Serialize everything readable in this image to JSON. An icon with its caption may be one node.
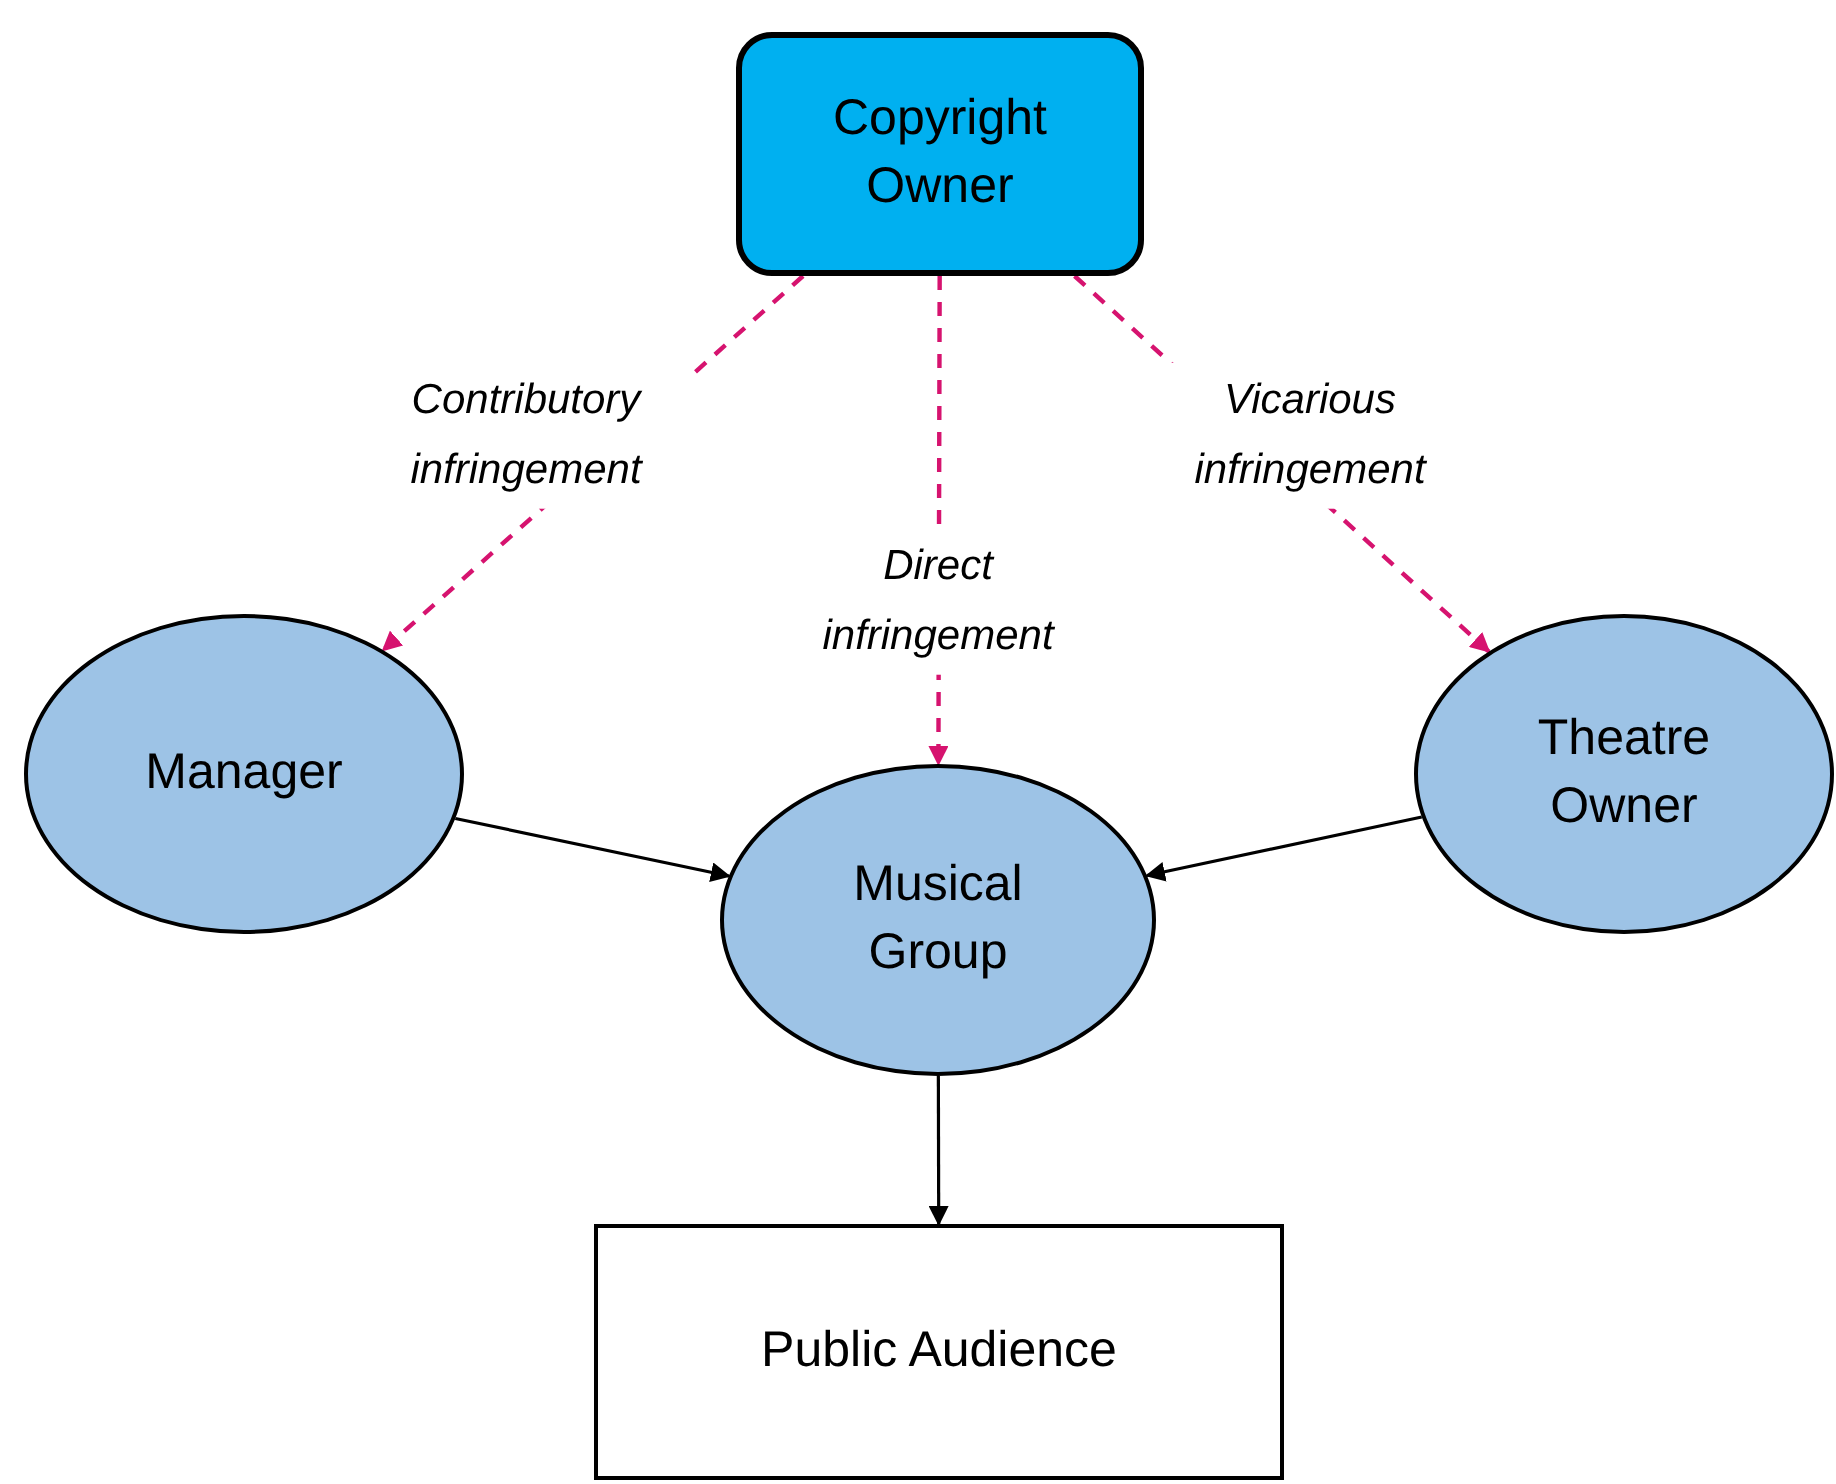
{
  "diagram": {
    "nodes": [
      {
        "text": [
          "Copyright Owner"
        ]
      },
      {
        "text": [
          "Manager"
        ]
      },
      {
        "text": [
          "Musical Group"
        ]
      },
      {
        "text": [
          "Theatre Owner"
        ]
      },
      {
        "text": [
          "Public Audience"
        ]
      }
    ],
    "edges": [
      {
        "from": 0,
        "to": 1,
        "arrow": "to",
        "label": "Contributory infringement",
        "style": "dashed",
        "color": "#d6136f"
      },
      {
        "from": 0,
        "to": 2,
        "arrow": "to",
        "label": "Direct infringement",
        "style": "dashed",
        "color": "#d6136f"
      },
      {
        "from": 0,
        "to": 3,
        "arrow": "to",
        "label": "Vicarious infringement",
        "style": "dashed",
        "color": "#d6136f"
      },
      {
        "from": 1,
        "to": 2,
        "arrow": "to",
        "color": "#000000"
      },
      {
        "from": 3,
        "to": 2,
        "arrow": "to",
        "color": "#000000"
      },
      {
        "from": 2,
        "to": 4,
        "arrow": "to",
        "color": "#000000"
      }
    ]
  }
}
